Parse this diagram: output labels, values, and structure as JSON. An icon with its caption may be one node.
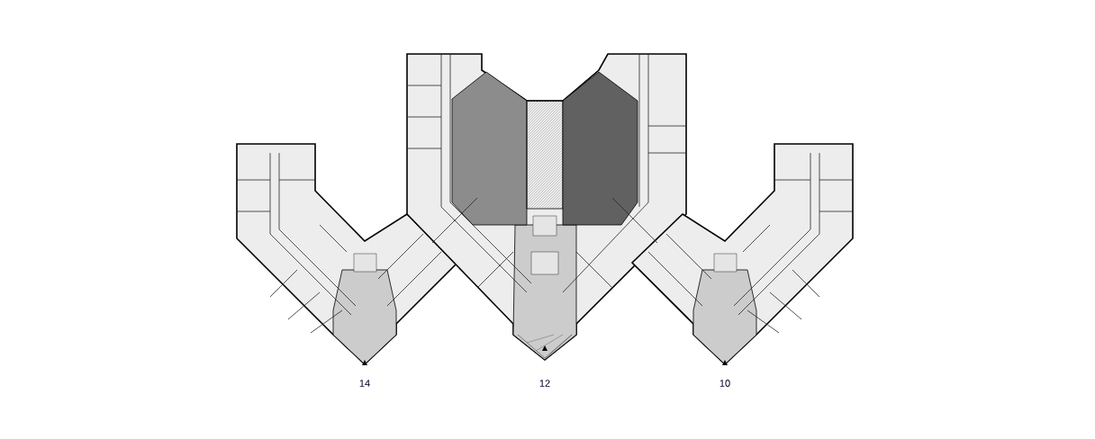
{
  "diagram": {
    "labels": [
      "14",
      "12",
      "10"
    ]
  }
}
